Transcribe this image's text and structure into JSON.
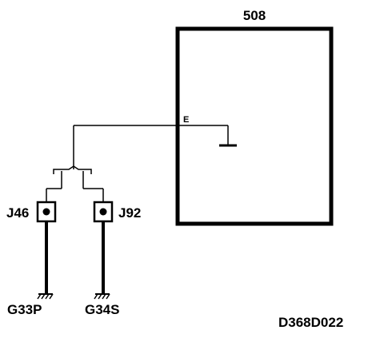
{
  "component": {
    "id_label": "508",
    "pin_label": "E"
  },
  "connectors": [
    {
      "label": "J46"
    },
    {
      "label": "J92"
    }
  ],
  "grounds": [
    {
      "label": "G33P"
    },
    {
      "label": "G34S"
    }
  ],
  "diagram_code": "D368D022",
  "colors": {
    "ink": "#000000",
    "background": "#ffffff"
  }
}
